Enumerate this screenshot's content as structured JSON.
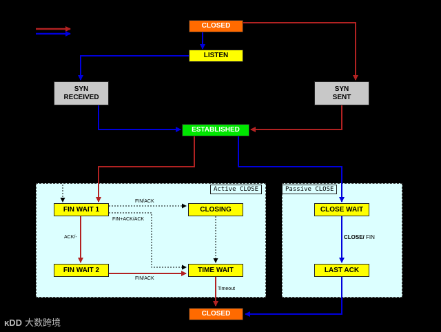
{
  "nodes": {
    "closed_top": "CLOSED",
    "listen": "LISTEN",
    "syn_received": [
      "SYN",
      "RECEIVED"
    ],
    "syn_sent": [
      "SYN",
      "SENT"
    ],
    "established": "ESTABLISHED",
    "fin_wait_1": "FIN WAIT 1",
    "closing": "CLOSING",
    "fin_wait_2": "FIN WAIT 2",
    "time_wait": "TIME WAIT",
    "close_wait": "CLOSE WAIT",
    "last_ack": "LAST ACK",
    "closed_bottom": "CLOSED"
  },
  "regions": {
    "active": "Active CLOSE",
    "passive": "Passive CLOSE"
  },
  "edge_labels": {
    "fin_ack_top": "FIN/ACK",
    "fin_plus_ack": "FIN+ACK/ACK",
    "ack": "ACK/-",
    "fin_ack_bottom": "FIN/ACK",
    "timeout": "Timeout",
    "close_fin_bold": "CLOSE/",
    "close_fin_rest": " FIN"
  },
  "legend": {
    "colors": [
      "#b22222",
      "#0000dd"
    ]
  },
  "watermark": {
    "logo": "ᴋDD",
    "text": "大数跨境"
  },
  "colors": {
    "client_path": "#b22222",
    "server_path": "#0000dd",
    "node_orange": "#ff6a00",
    "node_yellow": "#ffff00",
    "node_green": "#00e600",
    "node_gray": "#c8c8c8",
    "region_fill": "#dcffff"
  }
}
